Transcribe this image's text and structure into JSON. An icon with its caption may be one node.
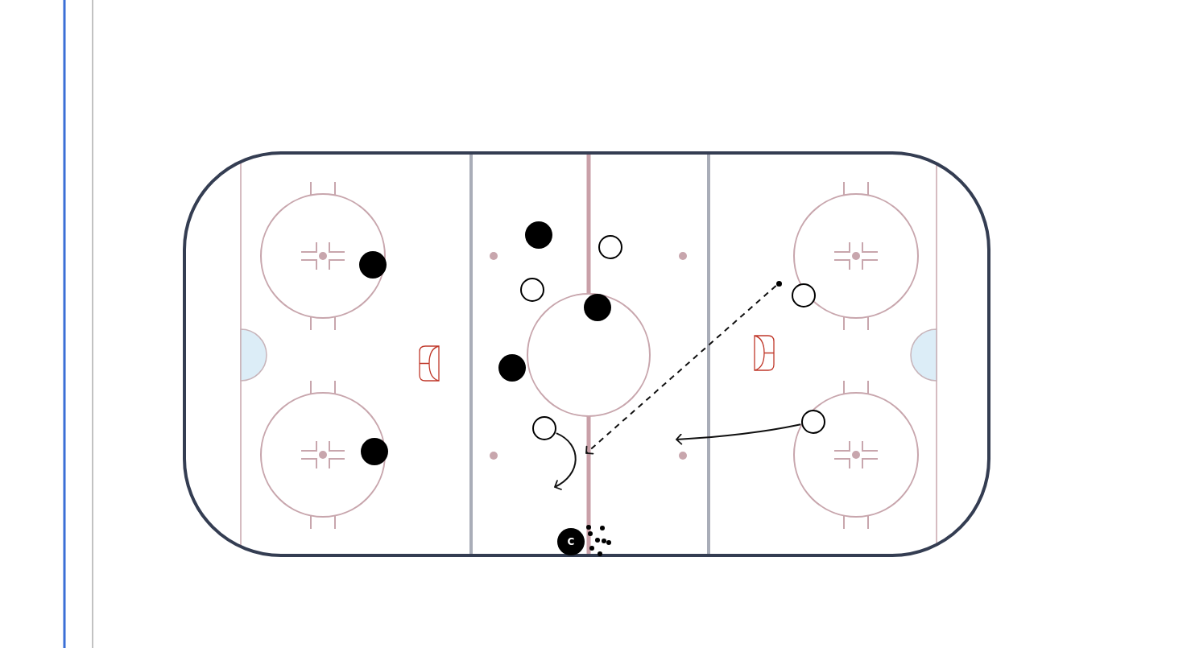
{
  "diagram": {
    "nodes": [
      {
        "text": [],
        "shape": "circle"
      },
      {
        "text": [],
        "shape": "circle"
      },
      {
        "text": [],
        "shape": "circle"
      },
      {
        "text": [],
        "shape": "circle"
      },
      {
        "text": [],
        "shape": "circle"
      },
      {
        "text": [],
        "shape": "circle"
      },
      {
        "text": [],
        "shape": "circle"
      },
      {
        "text": [],
        "shape": "circle"
      },
      {
        "text": [],
        "shape": "circle"
      },
      {
        "text": [],
        "shape": "circle"
      },
      {
        "text": [],
        "shape": "circle"
      },
      {
        "text": [
          "C"
        ]
      }
    ],
    "edges": [
      {
        "from": 3,
        "to": null,
        "arrow": "to",
        "style": "dashed"
      },
      {
        "from": 8,
        "to": null,
        "arrow": "to"
      },
      {
        "from": 9,
        "to": null,
        "arrow": "to"
      }
    ]
  }
}
